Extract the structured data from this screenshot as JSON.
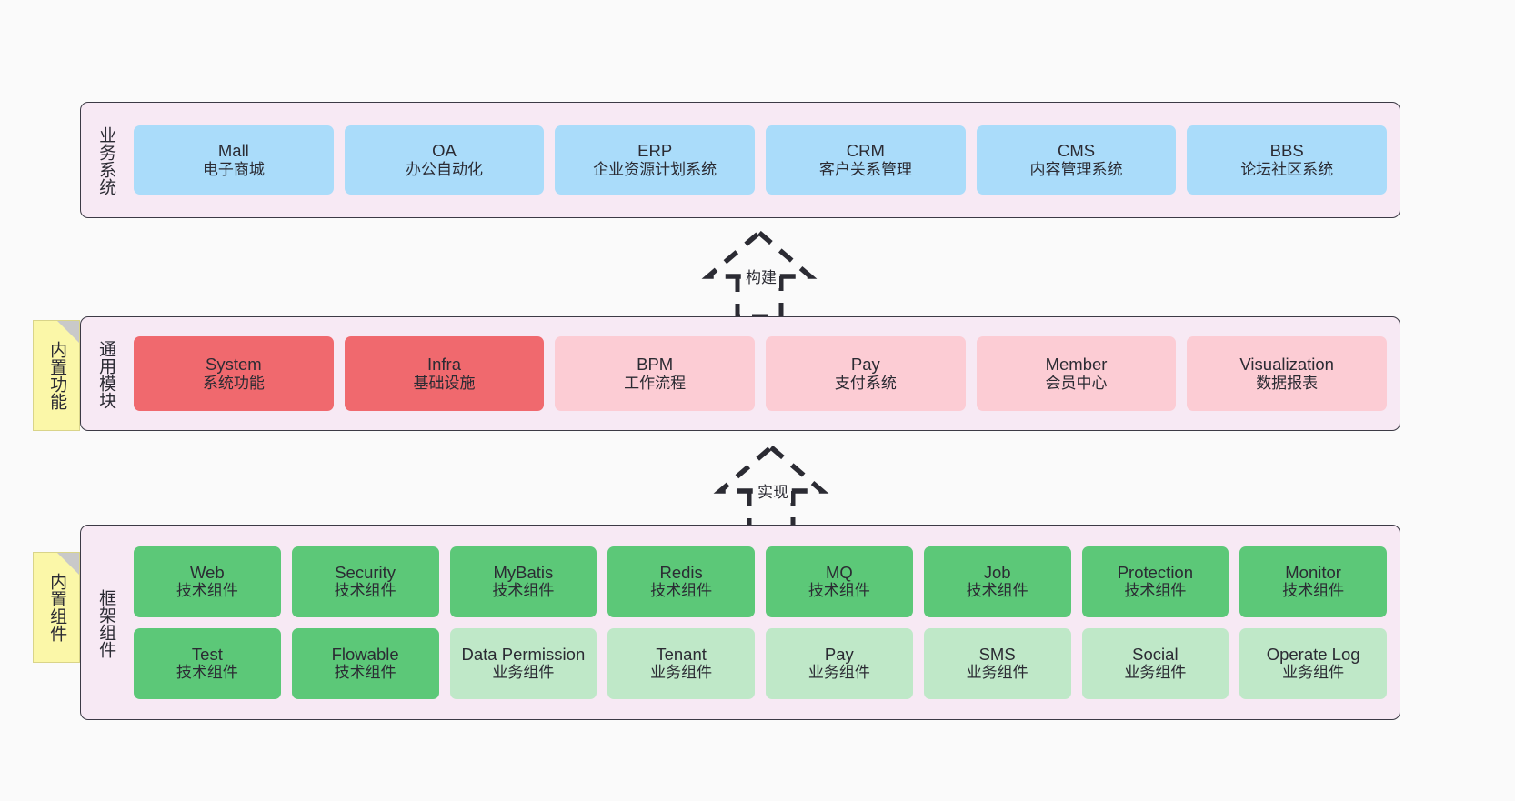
{
  "diagram": {
    "title": "",
    "colors": {
      "canvas": "#fafafa",
      "layer_bg": "#f7e9f4",
      "layer_border": "#3c3a45",
      "business_card": "#aadcfa",
      "module_active": "#f0696e",
      "module_pending": "#fcccd4",
      "tech_component": "#5cc878",
      "business_component": "#bfe8c8",
      "note_bg": "#fbf7a8",
      "note_fold": "#c9c9c9"
    }
  },
  "layers": {
    "business": {
      "title": "业务系统",
      "cards": [
        {
          "en": "Mall",
          "cn": "电子商城"
        },
        {
          "en": "OA",
          "cn": "办公自动化"
        },
        {
          "en": "ERP",
          "cn": "企业资源计划系统"
        },
        {
          "en": "CRM",
          "cn": "客户关系管理"
        },
        {
          "en": "CMS",
          "cn": "内容管理系统"
        },
        {
          "en": "BBS",
          "cn": "论坛社区系统"
        }
      ]
    },
    "common": {
      "title": "通用模块",
      "note": "内置功能",
      "cards": [
        {
          "en": "System",
          "cn": "系统功能",
          "style": "active"
        },
        {
          "en": "Infra",
          "cn": "基础设施",
          "style": "active"
        },
        {
          "en": "BPM",
          "cn": "工作流程",
          "style": "pending"
        },
        {
          "en": "Pay",
          "cn": "支付系统",
          "style": "pending"
        },
        {
          "en": "Member",
          "cn": "会员中心",
          "style": "pending"
        },
        {
          "en": "Visualization",
          "cn": "数据报表",
          "style": "pending"
        }
      ]
    },
    "framework": {
      "title": "框架组件",
      "note": "内置组件",
      "row1": [
        {
          "en": "Web",
          "cn": "技术组件"
        },
        {
          "en": "Security",
          "cn": "技术组件"
        },
        {
          "en": "MyBatis",
          "cn": "技术组件"
        },
        {
          "en": "Redis",
          "cn": "技术组件"
        },
        {
          "en": "MQ",
          "cn": "技术组件"
        },
        {
          "en": "Job",
          "cn": "技术组件"
        },
        {
          "en": "Protection",
          "cn": "技术组件"
        },
        {
          "en": "Monitor",
          "cn": "技术组件"
        }
      ],
      "row2": [
        {
          "en": "Test",
          "cn": "技术组件",
          "style": "tech"
        },
        {
          "en": "Flowable",
          "cn": "技术组件",
          "style": "tech"
        },
        {
          "en": "Data Permission",
          "cn": "业务组件",
          "style": "business"
        },
        {
          "en": "Tenant",
          "cn": "业务组件",
          "style": "business"
        },
        {
          "en": "Pay",
          "cn": "业务组件",
          "style": "business"
        },
        {
          "en": "SMS",
          "cn": "业务组件",
          "style": "business"
        },
        {
          "en": "Social",
          "cn": "业务组件",
          "style": "business"
        },
        {
          "en": "Operate Log",
          "cn": "业务组件",
          "style": "business"
        }
      ]
    }
  },
  "arrows": {
    "build": {
      "label": "构建",
      "kind": "uml-realization-dashed",
      "direction": "up"
    },
    "implement": {
      "label": "实现",
      "kind": "uml-realization-dashed",
      "direction": "up"
    }
  }
}
